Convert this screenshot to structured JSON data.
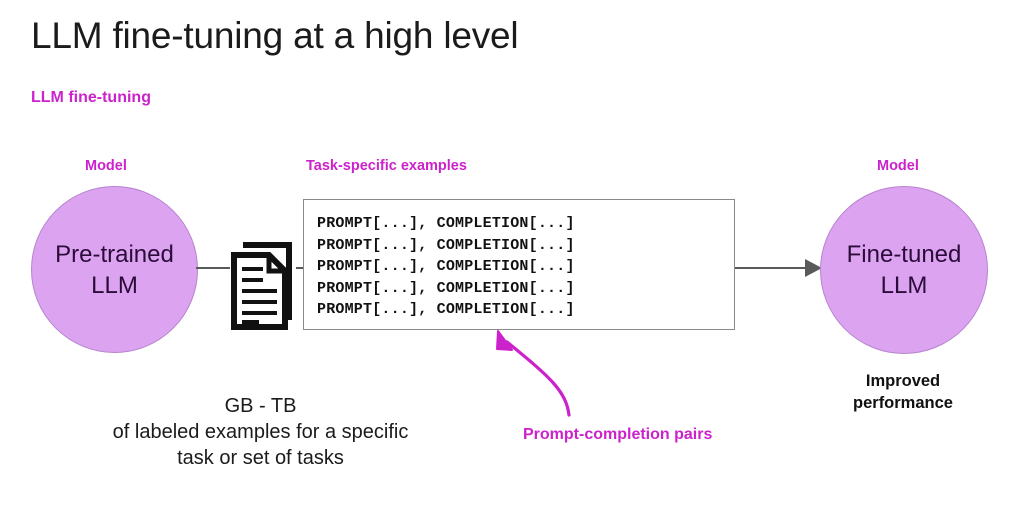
{
  "slide": {
    "title": "LLM fine-tuning at a high level",
    "subtitle": "LLM fine-tuning",
    "background_color": "#ffffff",
    "accent_color": "#cc22cc",
    "circle_fill_color": "#dca4f0",
    "connector_color": "#5a5a5a"
  },
  "labels": {
    "model_left": "Model",
    "model_right": "Model",
    "task_specific": "Task-specific examples",
    "prompt_completion_pairs": "Prompt-completion pairs"
  },
  "nodes": {
    "pretrained": {
      "line1": "Pre-trained",
      "line2": "LLM"
    },
    "finetuned": {
      "line1": "Fine-tuned",
      "line2": "LLM"
    }
  },
  "code_box": {
    "lines": [
      "PROMPT[...], COMPLETION[...]",
      "PROMPT[...], COMPLETION[...]",
      "PROMPT[...], COMPLETION[...]",
      "PROMPT[...], COMPLETION[...]",
      "PROMPT[...], COMPLETION[...]"
    ],
    "text": "PROMPT[...], COMPLETION[...]\nPROMPT[...], COMPLETION[...]\nPROMPT[...], COMPLETION[...]\nPROMPT[...], COMPLETION[...]\nPROMPT[...], COMPLETION[...]"
  },
  "captions": {
    "dataset_size": "GB - TB",
    "dataset_line2": "of labeled examples for a specific",
    "dataset_line3": "task or set of tasks",
    "improved_line1": "Improved",
    "improved_line2": "performance"
  },
  "icons": {
    "documents": "documents-icon",
    "arrow_right": "arrow-right-icon",
    "curved_arrow": "curved-arrow-icon"
  }
}
